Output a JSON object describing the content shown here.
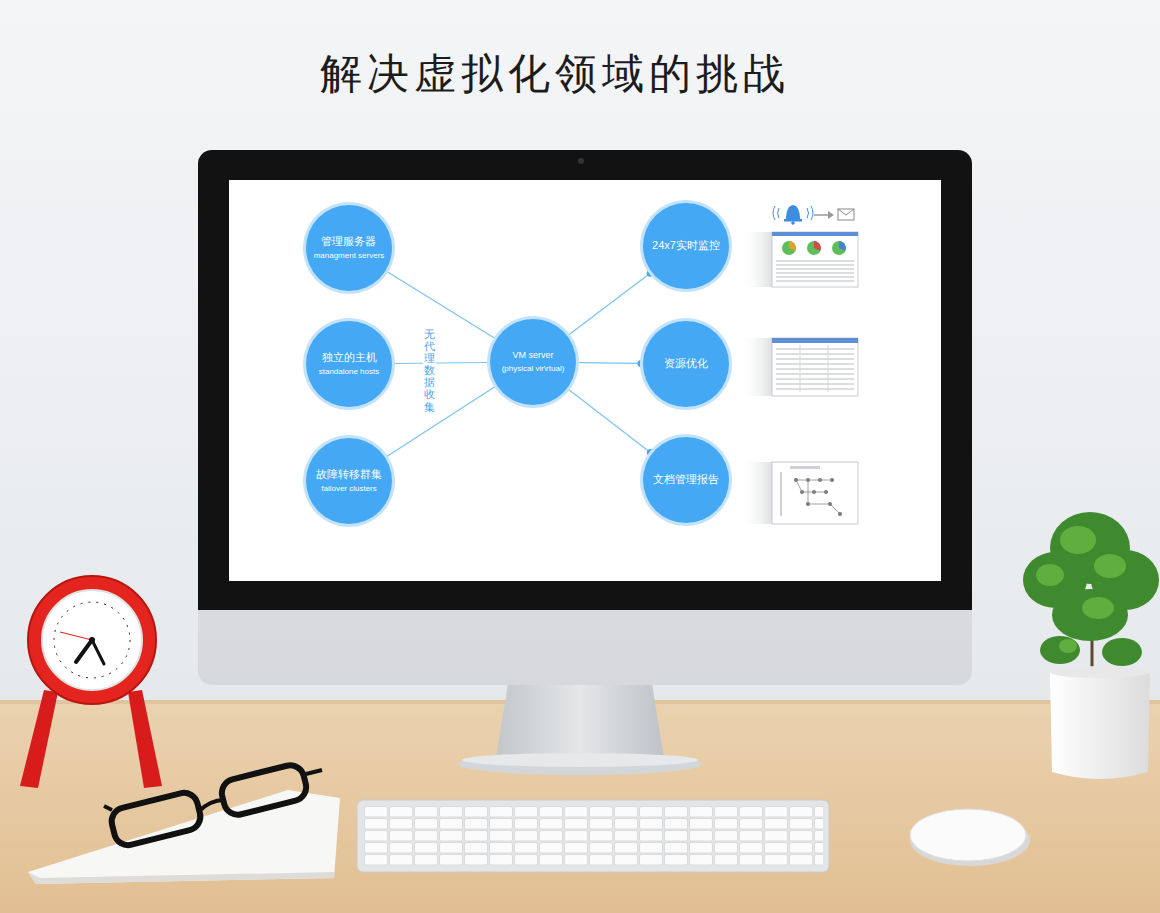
{
  "diagram": {
    "title": "解决虚拟化领域的挑战",
    "nodes": [
      {
        "text": [
          "管理服务器",
          "managment servers"
        ]
      },
      {
        "text": [
          "独立的主机",
          "standalone hosts"
        ]
      },
      {
        "text": [
          "故障转移群集",
          "failover clusters"
        ]
      },
      {
        "text": [
          "VM server",
          "(physical vir\\rtual)"
        ]
      },
      {
        "text": [
          "24x7实时监控"
        ]
      },
      {
        "text": [
          "资源优化"
        ]
      },
      {
        "text": [
          "文档管理报告"
        ]
      }
    ],
    "edges": [
      {
        "from": 0,
        "to": 3,
        "arrow": "none"
      },
      {
        "from": 1,
        "to": 3,
        "arrow": "none"
      },
      {
        "from": 2,
        "to": 3,
        "arrow": "none"
      },
      {
        "from": 3,
        "to": 4,
        "arrow": "none"
      },
      {
        "from": 3,
        "to": 5,
        "arrow": "none"
      },
      {
        "from": 3,
        "to": 6,
        "arrow": "none"
      }
    ],
    "labels": [
      "无代理数据收集"
    ]
  }
}
